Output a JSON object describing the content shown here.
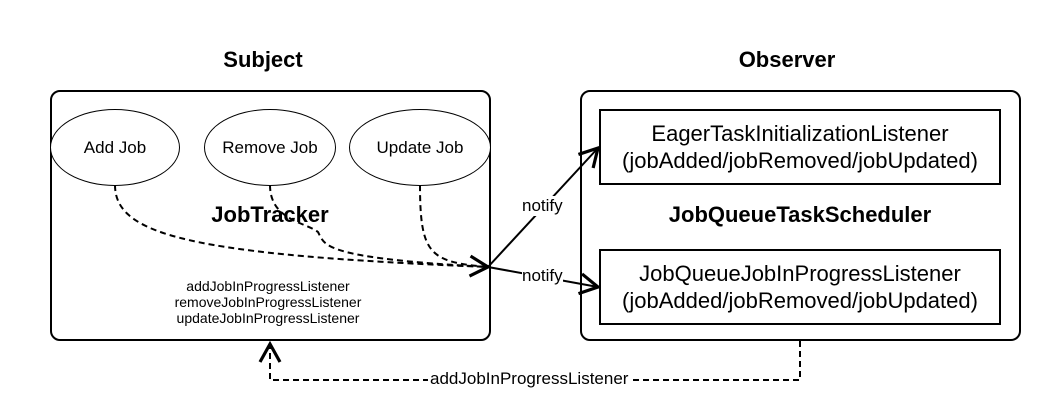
{
  "subject": {
    "heading": "Subject",
    "center_label": "JobTracker",
    "events": [
      "Add Job",
      "Remove Job",
      "Update Job"
    ],
    "methods": [
      "addJobInProgressListener",
      "removeJobInProgressListener",
      "updateJobInProgressListener"
    ]
  },
  "observer": {
    "heading": "Observer",
    "center_label": "JobQueueTaskScheduler",
    "listeners": [
      {
        "name": "EagerTaskInitializationListener",
        "methods": "(jobAdded/jobRemoved/jobUpdated)"
      },
      {
        "name": "JobQueueJobInProgressListener",
        "methods": "(jobAdded/jobRemoved/jobUpdated)"
      }
    ]
  },
  "edges": {
    "notify_top": "notify",
    "notify_bottom": "notify",
    "register": "addJobInProgressListener"
  }
}
